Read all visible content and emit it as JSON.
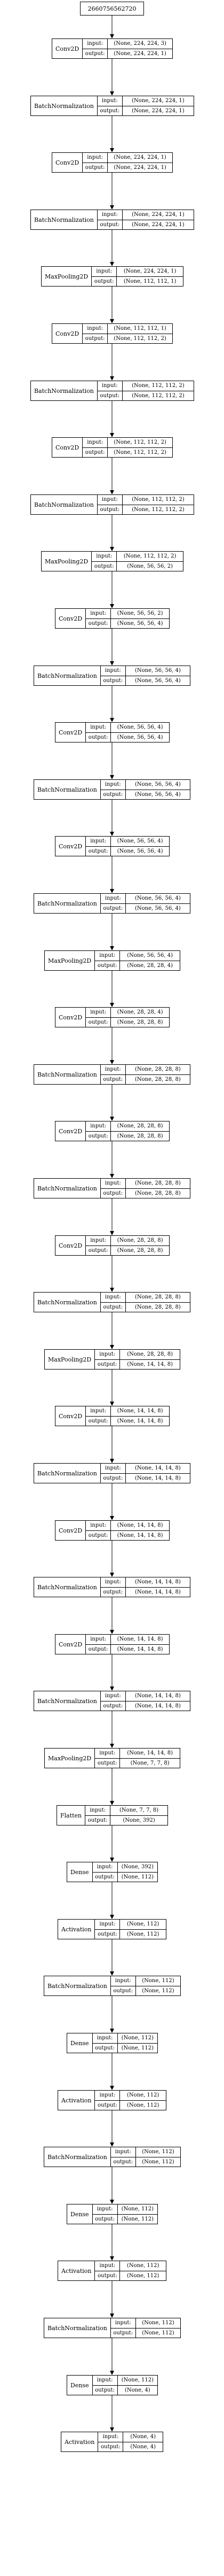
{
  "root": {
    "label": "2660756562720"
  },
  "layers": [
    {
      "name": "Conv2D",
      "input_label": "input:",
      "output_label": "output:",
      "input": "(None, 224, 224, 3)",
      "output": "(None, 224, 224, 1)"
    },
    {
      "name": "BatchNormalization",
      "input_label": "input:",
      "output_label": "output:",
      "input": "(None, 224, 224, 1)",
      "output": "(None, 224, 224, 1)"
    },
    {
      "name": "Conv2D",
      "input_label": "input:",
      "output_label": "output:",
      "input": "(None, 224, 224, 1)",
      "output": "(None, 224, 224, 1)"
    },
    {
      "name": "BatchNormalization",
      "input_label": "input:",
      "output_label": "output:",
      "input": "(None, 224, 224, 1)",
      "output": "(None, 224, 224, 1)"
    },
    {
      "name": "MaxPooling2D",
      "input_label": "input:",
      "output_label": "output:",
      "input": "(None, 224, 224, 1)",
      "output": "(None, 112, 112, 1)"
    },
    {
      "name": "Conv2D",
      "input_label": "input:",
      "output_label": "output:",
      "input": "(None, 112, 112, 1)",
      "output": "(None, 112, 112, 2)"
    },
    {
      "name": "BatchNormalization",
      "input_label": "input:",
      "output_label": "output:",
      "input": "(None, 112, 112, 2)",
      "output": "(None, 112, 112, 2)"
    },
    {
      "name": "Conv2D",
      "input_label": "input:",
      "output_label": "output:",
      "input": "(None, 112, 112, 2)",
      "output": "(None, 112, 112, 2)"
    },
    {
      "name": "BatchNormalization",
      "input_label": "input:",
      "output_label": "output:",
      "input": "(None, 112, 112, 2)",
      "output": "(None, 112, 112, 2)"
    },
    {
      "name": "MaxPooling2D",
      "input_label": "input:",
      "output_label": "output:",
      "input": "(None, 112, 112, 2)",
      "output": "(None, 56, 56, 2)"
    },
    {
      "name": "Conv2D",
      "input_label": "input:",
      "output_label": "output:",
      "input": "(None, 56, 56, 2)",
      "output": "(None, 56, 56, 4)"
    },
    {
      "name": "BatchNormalization",
      "input_label": "input:",
      "output_label": "output:",
      "input": "(None, 56, 56, 4)",
      "output": "(None, 56, 56, 4)"
    },
    {
      "name": "Conv2D",
      "input_label": "input:",
      "output_label": "output:",
      "input": "(None, 56, 56, 4)",
      "output": "(None, 56, 56, 4)"
    },
    {
      "name": "BatchNormalization",
      "input_label": "input:",
      "output_label": "output:",
      "input": "(None, 56, 56, 4)",
      "output": "(None, 56, 56, 4)"
    },
    {
      "name": "Conv2D",
      "input_label": "input:",
      "output_label": "output:",
      "input": "(None, 56, 56, 4)",
      "output": "(None, 56, 56, 4)"
    },
    {
      "name": "BatchNormalization",
      "input_label": "input:",
      "output_label": "output:",
      "input": "(None, 56, 56, 4)",
      "output": "(None, 56, 56, 4)"
    },
    {
      "name": "MaxPooling2D",
      "input_label": "input:",
      "output_label": "output:",
      "input": "(None, 56, 56, 4)",
      "output": "(None, 28, 28, 4)"
    },
    {
      "name": "Conv2D",
      "input_label": "input:",
      "output_label": "output:",
      "input": "(None, 28, 28, 4)",
      "output": "(None, 28, 28, 8)"
    },
    {
      "name": "BatchNormalization",
      "input_label": "input:",
      "output_label": "output:",
      "input": "(None, 28, 28, 8)",
      "output": "(None, 28, 28, 8)"
    },
    {
      "name": "Conv2D",
      "input_label": "input:",
      "output_label": "output:",
      "input": "(None, 28, 28, 8)",
      "output": "(None, 28, 28, 8)"
    },
    {
      "name": "BatchNormalization",
      "input_label": "input:",
      "output_label": "output:",
      "input": "(None, 28, 28, 8)",
      "output": "(None, 28, 28, 8)"
    },
    {
      "name": "Conv2D",
      "input_label": "input:",
      "output_label": "output:",
      "input": "(None, 28, 28, 8)",
      "output": "(None, 28, 28, 8)"
    },
    {
      "name": "BatchNormalization",
      "input_label": "input:",
      "output_label": "output:",
      "input": "(None, 28, 28, 8)",
      "output": "(None, 28, 28, 8)"
    },
    {
      "name": "MaxPooling2D",
      "input_label": "input:",
      "output_label": "output:",
      "input": "(None, 28, 28, 8)",
      "output": "(None, 14, 14, 8)"
    },
    {
      "name": "Conv2D",
      "input_label": "input:",
      "output_label": "output:",
      "input": "(None, 14, 14, 8)",
      "output": "(None, 14, 14, 8)"
    },
    {
      "name": "BatchNormalization",
      "input_label": "input:",
      "output_label": "output:",
      "input": "(None, 14, 14, 8)",
      "output": "(None, 14, 14, 8)"
    },
    {
      "name": "Conv2D",
      "input_label": "input:",
      "output_label": "output:",
      "input": "(None, 14, 14, 8)",
      "output": "(None, 14, 14, 8)"
    },
    {
      "name": "BatchNormalization",
      "input_label": "input:",
      "output_label": "output:",
      "input": "(None, 14, 14, 8)",
      "output": "(None, 14, 14, 8)"
    },
    {
      "name": "Conv2D",
      "input_label": "input:",
      "output_label": "output:",
      "input": "(None, 14, 14, 8)",
      "output": "(None, 14, 14, 8)"
    },
    {
      "name": "BatchNormalization",
      "input_label": "input:",
      "output_label": "output:",
      "input": "(None, 14, 14, 8)",
      "output": "(None, 14, 14, 8)"
    },
    {
      "name": "MaxPooling2D",
      "input_label": "input:",
      "output_label": "output:",
      "input": "(None, 14, 14, 8)",
      "output": "(None, 7, 7, 8)"
    },
    {
      "name": "Flatten",
      "input_label": "input:",
      "output_label": "output:",
      "input": "(None, 7, 7, 8)",
      "output": "(None, 392)"
    },
    {
      "name": "Dense",
      "input_label": "input:",
      "output_label": "output:",
      "input": "(None, 392)",
      "output": "(None, 112)"
    },
    {
      "name": "Activation",
      "input_label": "input:",
      "output_label": "output:",
      "input": "(None, 112)",
      "output": "(None, 112)"
    },
    {
      "name": "BatchNormalization",
      "input_label": "input:",
      "output_label": "output:",
      "input": "(None, 112)",
      "output": "(None, 112)"
    },
    {
      "name": "Dense",
      "input_label": "input:",
      "output_label": "output:",
      "input": "(None, 112)",
      "output": "(None, 112)"
    },
    {
      "name": "Activation",
      "input_label": "input:",
      "output_label": "output:",
      "input": "(None, 112)",
      "output": "(None, 112)"
    },
    {
      "name": "BatchNormalization",
      "input_label": "input:",
      "output_label": "output:",
      "input": "(None, 112)",
      "output": "(None, 112)"
    },
    {
      "name": "Dense",
      "input_label": "input:",
      "output_label": "output:",
      "input": "(None, 112)",
      "output": "(None, 112)"
    },
    {
      "name": "Activation",
      "input_label": "input:",
      "output_label": "output:",
      "input": "(None, 112)",
      "output": "(None, 112)"
    },
    {
      "name": "BatchNormalization",
      "input_label": "input:",
      "output_label": "output:",
      "input": "(None, 112)",
      "output": "(None, 112)"
    },
    {
      "name": "Dense",
      "input_label": "input:",
      "output_label": "output:",
      "input": "(None, 112)",
      "output": "(None, 4)"
    },
    {
      "name": "Activation",
      "input_label": "input:",
      "output_label": "output:",
      "input": "(None, 4)",
      "output": "(None, 4)"
    }
  ]
}
